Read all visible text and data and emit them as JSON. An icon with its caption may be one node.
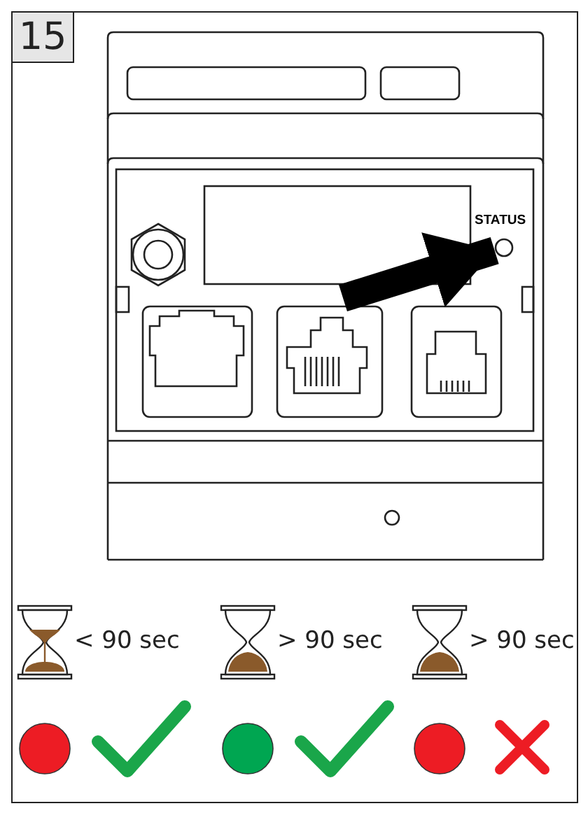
{
  "diagram": {
    "nodes": [
      {
        "text": [
          "15"
        ]
      },
      {
        "text": [],
        "shape": "circle"
      }
    ],
    "edges": [
      {
        "from": null,
        "to": 1,
        "arrow": "to"
      }
    ],
    "labels": [
      "STATUS",
      "< 90 sec",
      "> 90 sec",
      "> 90 sec"
    ]
  }
}
